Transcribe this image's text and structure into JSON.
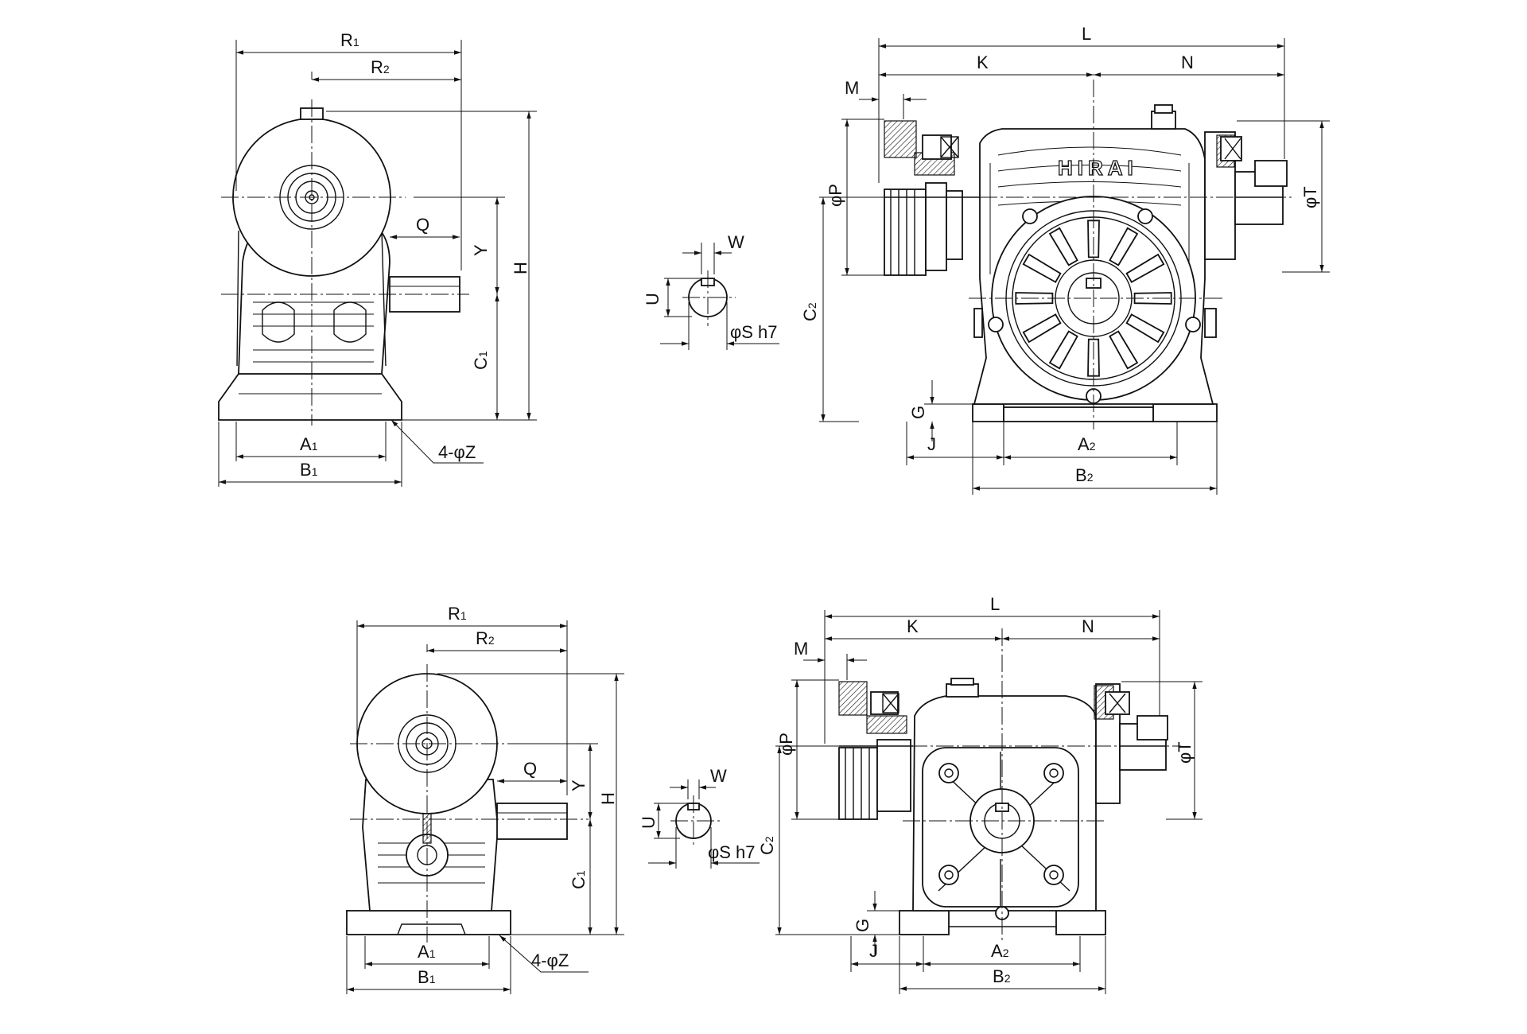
{
  "drawing": {
    "brand_text": "HIRAI",
    "top_side_view": {
      "r1": {
        "main": "R",
        "sub": "1"
      },
      "r2": {
        "main": "R",
        "sub": "2"
      },
      "q": "Q",
      "y": "Y",
      "h": "H",
      "c1": {
        "main": "C",
        "sub": "1"
      },
      "a1": {
        "main": "A",
        "sub": "1"
      },
      "b1": {
        "main": "B",
        "sub": "1"
      },
      "z": "4-φZ"
    },
    "top_shaft_section": {
      "w": "W",
      "u": "U",
      "s": "φS h7"
    },
    "top_front_view": {
      "l": "L",
      "k": "K",
      "n": "N",
      "m": "M",
      "p": "φP",
      "t": "φT",
      "c2": {
        "main": "C",
        "sub": "2"
      },
      "g": "G",
      "j": "J",
      "a2": {
        "main": "A",
        "sub": "2"
      },
      "b2": {
        "main": "B",
        "sub": "2"
      }
    },
    "bottom_side_view": {
      "r1": {
        "main": "R",
        "sub": "1"
      },
      "r2": {
        "main": "R",
        "sub": "2"
      },
      "q": "Q",
      "y": "Y",
      "h": "H",
      "c1": {
        "main": "C",
        "sub": "1"
      },
      "a1": {
        "main": "A",
        "sub": "1"
      },
      "b1": {
        "main": "B",
        "sub": "1"
      },
      "z": "4-φZ"
    },
    "bottom_shaft_section": {
      "w": "W",
      "u": "U",
      "s": "φS h7"
    },
    "bottom_front_view": {
      "l": "L",
      "k": "K",
      "n": "N",
      "m": "M",
      "p": "φP",
      "t": "φT",
      "c2": {
        "main": "C",
        "sub": "2"
      },
      "g": "G",
      "j": "J",
      "a2": {
        "main": "A",
        "sub": "2"
      },
      "b2": {
        "main": "B",
        "sub": "2"
      }
    }
  }
}
